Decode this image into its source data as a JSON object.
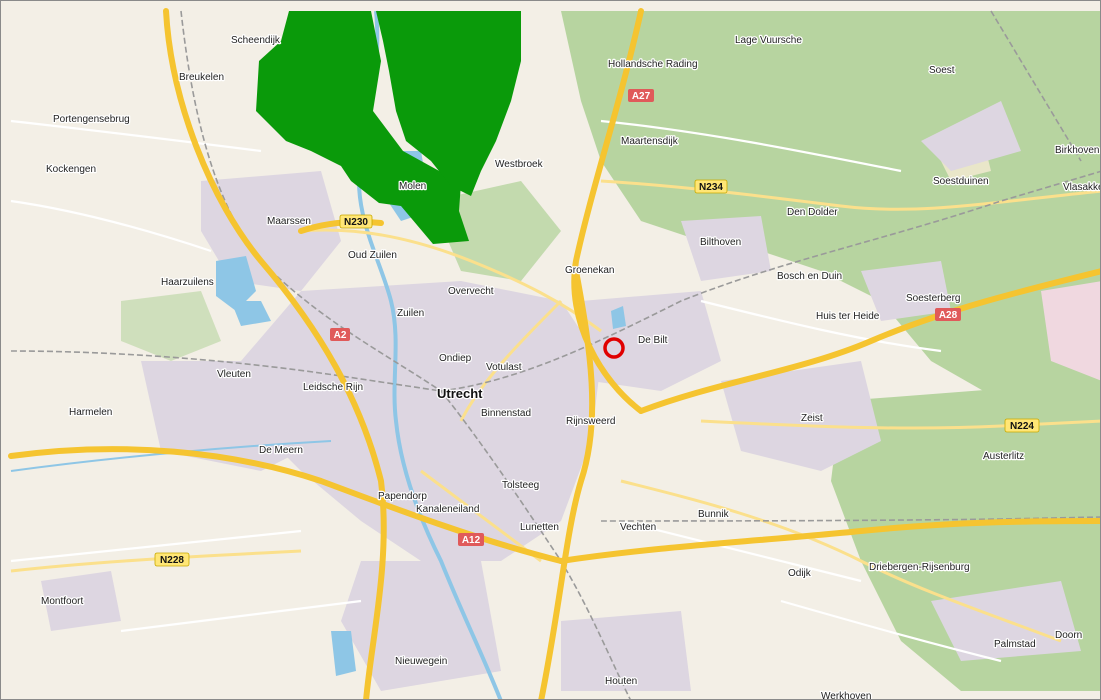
{
  "map": {
    "colors": {
      "land": "#f3efe6",
      "urban": "#ddd6e1",
      "forest": "#b7d4a0",
      "water": "#8ec6e6",
      "motorway": "#f5c430",
      "trunk": "#fbe08c",
      "overlay": "#0a9a0a",
      "marker": "#e00000",
      "rail": "#9a9a9a"
    },
    "places": [
      {
        "name": "Scheendijk"
      },
      {
        "name": "Breukelen"
      },
      {
        "name": "Portengensebrug"
      },
      {
        "name": "Kockengen"
      },
      {
        "name": "Maarssen"
      },
      {
        "name": "Oud Zuilen"
      },
      {
        "name": "Haarzuilens"
      },
      {
        "name": "Zuilen"
      },
      {
        "name": "Overvecht"
      },
      {
        "name": "Westbroek"
      },
      {
        "name": "Molen"
      },
      {
        "name": "Hollandsche Rading"
      },
      {
        "name": "Lage Vuursche"
      },
      {
        "name": "Soest"
      },
      {
        "name": "Maartensdijk"
      },
      {
        "name": "Soestduinen"
      },
      {
        "name": "Birkhoven"
      },
      {
        "name": "Vlasakke"
      },
      {
        "name": "Den Dolder"
      },
      {
        "name": "Bilthoven"
      },
      {
        "name": "Groenekan"
      },
      {
        "name": "Bosch en Duin"
      },
      {
        "name": "Soesterberg"
      },
      {
        "name": "Huis ter Heide"
      },
      {
        "name": "De Bilt"
      },
      {
        "name": "Ondiep"
      },
      {
        "name": "Votulast"
      },
      {
        "name": "Vleuten"
      },
      {
        "name": "Leidsche Rijn"
      },
      {
        "name": "Utrecht"
      },
      {
        "name": "Harmelen"
      },
      {
        "name": "Binnenstad"
      },
      {
        "name": "Rijnsweerd"
      },
      {
        "name": "Zeist"
      },
      {
        "name": "De Meern"
      },
      {
        "name": "Austerlitz"
      },
      {
        "name": "Tolsteeg"
      },
      {
        "name": "Papendorp"
      },
      {
        "name": "Kanaleneiland"
      },
      {
        "name": "Bunnik"
      },
      {
        "name": "Lunetten"
      },
      {
        "name": "Vechten"
      },
      {
        "name": "Odijk"
      },
      {
        "name": "Driebergen-Rijsenburg"
      },
      {
        "name": "Montfoort"
      },
      {
        "name": "Doorn"
      },
      {
        "name": "Palmstad"
      },
      {
        "name": "Nieuwegein"
      },
      {
        "name": "Houten"
      },
      {
        "name": "Werkhoven"
      }
    ],
    "shields": [
      {
        "label": "A27",
        "kind": "motorway"
      },
      {
        "label": "N234",
        "kind": "national"
      },
      {
        "label": "N230",
        "kind": "national"
      },
      {
        "label": "A2",
        "kind": "motorway"
      },
      {
        "label": "A28",
        "kind": "motorway"
      },
      {
        "label": "N224",
        "kind": "national"
      },
      {
        "label": "A12",
        "kind": "motorway"
      },
      {
        "label": "N228",
        "kind": "national"
      }
    ]
  }
}
